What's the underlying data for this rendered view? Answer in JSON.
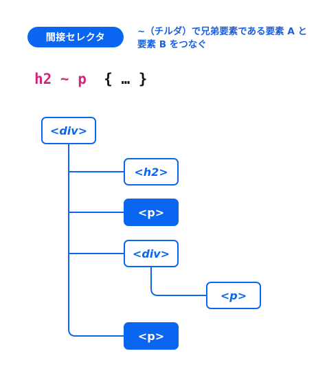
{
  "header": {
    "badge_label": "間接セレクタ",
    "description": "~（チルダ）で兄弟要素である要素 A と要素 B をつなぐ"
  },
  "code": {
    "selector": "h2 ~ p",
    "block": "{ … }"
  },
  "tree": {
    "nodes": [
      {
        "label": "<div>",
        "highlighted": false
      },
      {
        "label": "<h2>",
        "highlighted": false
      },
      {
        "label": "<p>",
        "highlighted": true
      },
      {
        "label": "<div>",
        "highlighted": false
      },
      {
        "label": "<p>",
        "highlighted": false
      },
      {
        "label": "<p>",
        "highlighted": true
      }
    ]
  },
  "colors": {
    "accent": "#0a66f0",
    "selector_text": "#d0267a",
    "description_text": "#1b5fe0"
  }
}
